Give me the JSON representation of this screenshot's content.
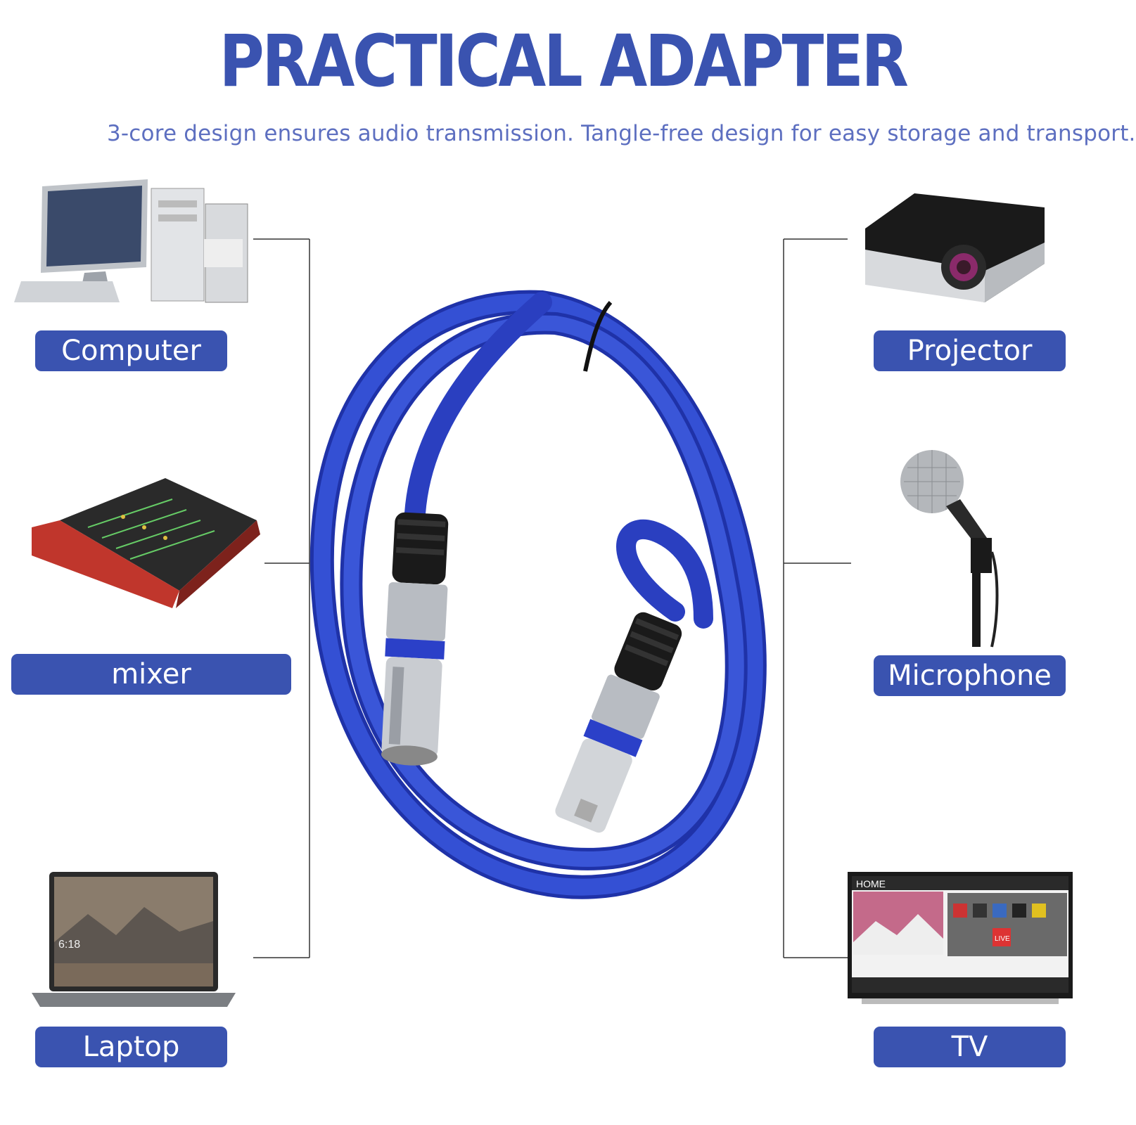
{
  "header": {
    "title": "PRACTICAL ADAPTER",
    "subtitle": "3-core design ensures audio transmission. Tangle-free design for easy storage and transport."
  },
  "devices": {
    "computer": "Computer",
    "mixer": "mixer",
    "laptop": "Laptop",
    "projector": "Projector",
    "microphone": "Microphone",
    "tv": "TV"
  },
  "screens": {
    "laptop_time": "6:18",
    "tv_home": "HOME",
    "tv_live": "LIVE"
  },
  "colors": {
    "accent": "#3a53b0",
    "cable": "#2b40c8"
  }
}
